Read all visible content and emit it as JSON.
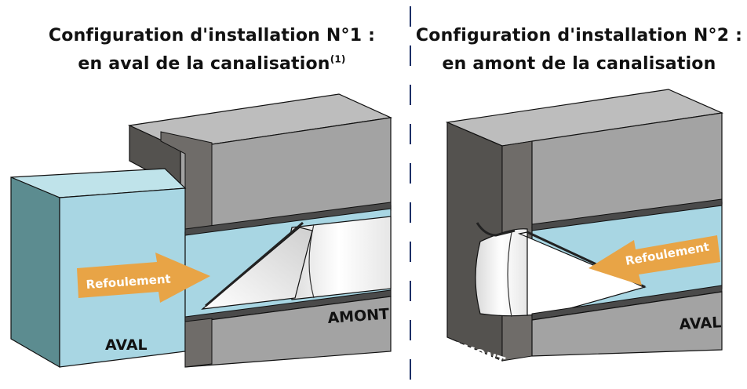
{
  "config1": {
    "title_line1": "Configuration d'installation N°1 :",
    "title_line2": "en aval de la canalisation",
    "footnote_marker": "(1)",
    "arrow_label": "Refoulement",
    "label_downstream": "AVAL",
    "label_upstream": "AMONT"
  },
  "config2": {
    "title_line1": "Configuration d'installation N°2 :",
    "title_line2": "en amont de la canalisation",
    "arrow_label": "Refoulement",
    "label_downstream": "AVAL",
    "label_upstream": "AMONT"
  },
  "colors": {
    "water": "#a8d6e3",
    "water_dark": "#5f8b91",
    "concrete": "#9a9a9a",
    "concrete_light": "#b8b8b8",
    "concrete_dark": "#5b5956",
    "arrow": "#e8a446",
    "divider": "#1c2f66"
  }
}
